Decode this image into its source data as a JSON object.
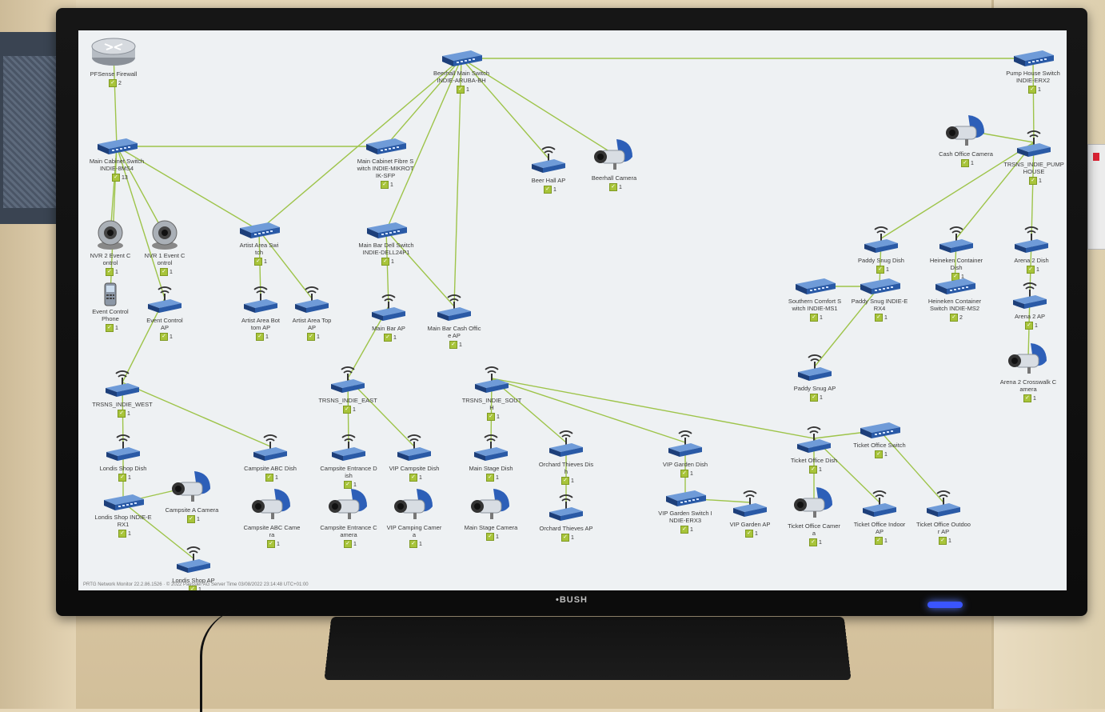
{
  "tv": {
    "brand": "•BUSH"
  },
  "status_bar": "PRTG Network Monitor 22.2.86.1526  ·  © 2022 Paessler AG Server Time 03/08/2022 23:14:48 UTC+01:00",
  "colors": {
    "link": "#9ec44a",
    "device": "#2a5aa6",
    "screen_bg": "#eef1f3"
  },
  "devices": [
    {
      "label": "PFSense Firewall",
      "count": "2",
      "icon": "router-icon"
    },
    {
      "label": "Beerhall Main Switch\nINDIE-ARUBA-BH",
      "count": "1",
      "icon": "switch-icon"
    },
    {
      "label": "Pump House Switch\nINDIE-ERX2",
      "count": "1",
      "icon": "switch-icon"
    },
    {
      "label": "Main Cabinet Switch\nINDIE-8MS4",
      "count": "13",
      "icon": "switch-icon"
    },
    {
      "label": "Main Cabinet Fibre S\nwitch INDIE-MIKROT\nIK-SFP",
      "count": "1",
      "icon": "switch-icon"
    },
    {
      "label": "Beer Hall AP",
      "count": "1",
      "icon": "access-point-icon"
    },
    {
      "label": "Beerhall Camera",
      "count": "1",
      "icon": "camera-icon"
    },
    {
      "label": "Cash Office Camera",
      "count": "1",
      "icon": "camera-icon"
    },
    {
      "label": "TRSNS_INDIE_PUMP\nHOUSE",
      "count": "1",
      "icon": "access-point-icon"
    },
    {
      "label": "NVR 2 Event C\nontrol",
      "count": "1",
      "icon": "webcam-icon"
    },
    {
      "label": "NVR 1 Event C\nontrol",
      "count": "1",
      "icon": "webcam-icon"
    },
    {
      "label": "Artist Area Swi\ntch",
      "count": "1",
      "icon": "switch-icon"
    },
    {
      "label": "Main Bar Dell Switch\nINDIE-DELL24P1",
      "count": "1",
      "icon": "switch-icon"
    },
    {
      "label": "Paddy Snug Dish",
      "count": "1",
      "icon": "access-point-icon"
    },
    {
      "label": "Heineken Container\nDish",
      "count": "1",
      "icon": "access-point-icon"
    },
    {
      "label": "Arena 2 Dish",
      "count": "1",
      "icon": "access-point-icon"
    },
    {
      "label": "Event Control\nPhone",
      "count": "1",
      "icon": "phone-icon"
    },
    {
      "label": "Event Control\nAP",
      "count": "1",
      "icon": "access-point-icon"
    },
    {
      "label": "Artist Area Bot\ntom AP",
      "count": "1",
      "icon": "access-point-icon"
    },
    {
      "label": "Artist Area Top\nAP",
      "count": "1",
      "icon": "access-point-icon"
    },
    {
      "label": "Main Bar AP",
      "count": "1",
      "icon": "access-point-icon"
    },
    {
      "label": "Main Bar Cash Offic\ne AP",
      "count": "1",
      "icon": "access-point-icon"
    },
    {
      "label": "Southern Comfort S\nwitch INDIE-MS1",
      "count": "1",
      "icon": "switch-icon"
    },
    {
      "label": "Paddy Snug INDIE-E\nRX4",
      "count": "1",
      "icon": "switch-icon"
    },
    {
      "label": "Heineken Container\nSwitch INDIE-MS2",
      "count": "2",
      "icon": "switch-icon"
    },
    {
      "label": "Arena 2 AP",
      "count": "1",
      "icon": "access-point-icon"
    },
    {
      "label": "TRSNS_INDIE_WEST",
      "count": "1",
      "icon": "access-point-icon"
    },
    {
      "label": "TRSNS_INDIE_EAST",
      "count": "1",
      "icon": "access-point-icon"
    },
    {
      "label": "TRSNS_INDIE_SOUT\nH",
      "count": "1",
      "icon": "access-point-icon"
    },
    {
      "label": "Paddy Snug AP",
      "count": "1",
      "icon": "access-point-icon"
    },
    {
      "label": "Arena 2 Crosswalk C\namera",
      "count": "1",
      "icon": "camera-icon"
    },
    {
      "label": "Londis Shop Dish",
      "count": "1",
      "icon": "access-point-icon"
    },
    {
      "label": "Campsite ABC Dish",
      "count": "1",
      "icon": "access-point-icon"
    },
    {
      "label": "Campsite Entrance D\nish",
      "count": "1",
      "icon": "access-point-icon"
    },
    {
      "label": "VIP Campsite Dish",
      "count": "1",
      "icon": "access-point-icon"
    },
    {
      "label": "Main Stage Dish",
      "count": "1",
      "icon": "access-point-icon"
    },
    {
      "label": "Orchard Thieves Dis\nh",
      "count": "1",
      "icon": "access-point-icon"
    },
    {
      "label": "VIP Garden Dish",
      "count": "1",
      "icon": "access-point-icon"
    },
    {
      "label": "Ticket Office Dish",
      "count": "1",
      "icon": "access-point-icon"
    },
    {
      "label": "Ticket Office Switch",
      "count": "1",
      "icon": "switch-icon"
    },
    {
      "label": "Campsite A Camera",
      "count": "1",
      "icon": "camera-icon"
    },
    {
      "label": "Londis Shop INDIE-E\nRX1",
      "count": "1",
      "icon": "switch-icon"
    },
    {
      "label": "Campsite ABC Came\nra",
      "count": "1",
      "icon": "camera-icon"
    },
    {
      "label": "Campsite Entrance C\namera",
      "count": "1",
      "icon": "camera-icon"
    },
    {
      "label": "VIP Camping Camer\na",
      "count": "1",
      "icon": "camera-icon"
    },
    {
      "label": "Main Stage Camera",
      "count": "1",
      "icon": "camera-icon"
    },
    {
      "label": "Orchard Thieves AP",
      "count": "1",
      "icon": "access-point-icon"
    },
    {
      "label": "VIP Garden Switch I\nNDIE-ERX3",
      "count": "1",
      "icon": "switch-icon"
    },
    {
      "label": "VIP Garden AP",
      "count": "1",
      "icon": "access-point-icon"
    },
    {
      "label": "Ticket Office Camer\na",
      "count": "1",
      "icon": "camera-icon"
    },
    {
      "label": "Ticket Office Indoor\nAP",
      "count": "1",
      "icon": "access-point-icon"
    },
    {
      "label": "Ticket Office Outdoo\nr AP",
      "count": "1",
      "icon": "access-point-icon"
    },
    {
      "label": "Londis Shop AP",
      "count": "1",
      "icon": "access-point-icon"
    }
  ]
}
